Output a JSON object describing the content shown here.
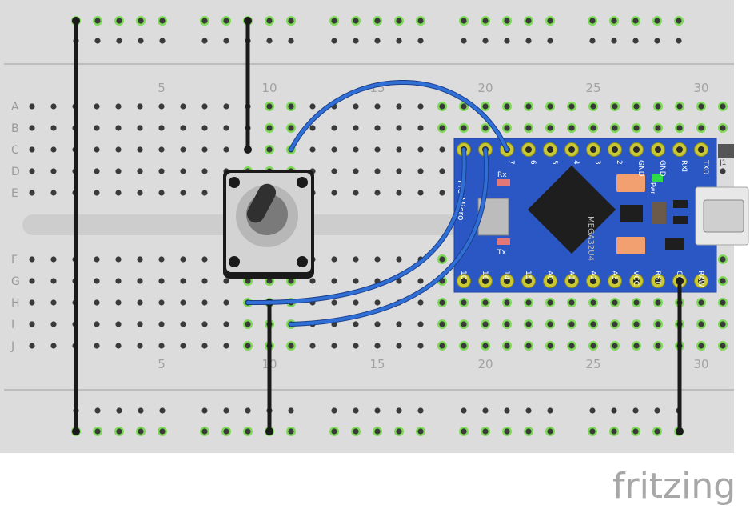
{
  "breadboard": {
    "column_numbers": [
      "5",
      "10",
      "15",
      "20",
      "25",
      "30"
    ],
    "row_letters_top": [
      "A",
      "B",
      "C",
      "D",
      "E"
    ],
    "row_letters_bottom": [
      "F",
      "G",
      "H",
      "I",
      "J"
    ],
    "board_color": "#dcdcdc",
    "hole_color": "#3a3a3a",
    "active_hole_color": "#7ed957"
  },
  "arduino": {
    "model_label": "Pro Micro",
    "chip_label": "MEGA32U4",
    "top_pins": [
      "",
      "",
      "7",
      "6",
      "5",
      "4",
      "3",
      "2",
      "GND",
      "GND",
      "RXI",
      "TXO"
    ],
    "bottom_pins": [
      "10",
      "16",
      "14",
      "15",
      "A0",
      "A1",
      "A2",
      "A3",
      "VCC",
      "RST",
      "GND",
      "RAW"
    ],
    "led_labels": [
      "Rx",
      "Tx",
      "Pwr"
    ],
    "jumper_label": "J1",
    "board_color": "#2a57c4"
  },
  "wires": {
    "signal_color": "#2f6fd6",
    "ground_color": "#1a1a1a"
  },
  "brand": {
    "name": "fritzing"
  }
}
